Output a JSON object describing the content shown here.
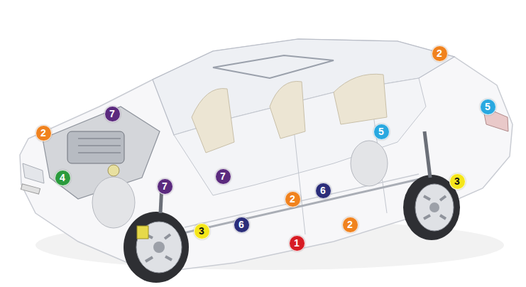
{
  "diagram": {
    "nodes": [
      {
        "text": [
          "2"
        ]
      },
      {
        "text": [
          "5"
        ]
      },
      {
        "text": [
          "7"
        ]
      },
      {
        "text": [
          "5"
        ]
      },
      {
        "text": [
          "2"
        ]
      },
      {
        "text": [
          "4"
        ]
      },
      {
        "text": [
          "7"
        ]
      },
      {
        "text": [
          "3"
        ]
      },
      {
        "text": [
          "7"
        ]
      },
      {
        "text": [
          "6"
        ]
      },
      {
        "text": [
          "2"
        ]
      },
      {
        "text": [
          "2"
        ]
      },
      {
        "text": [
          "6"
        ]
      },
      {
        "text": [
          "3"
        ]
      },
      {
        "text": [
          "1"
        ]
      }
    ]
  }
}
